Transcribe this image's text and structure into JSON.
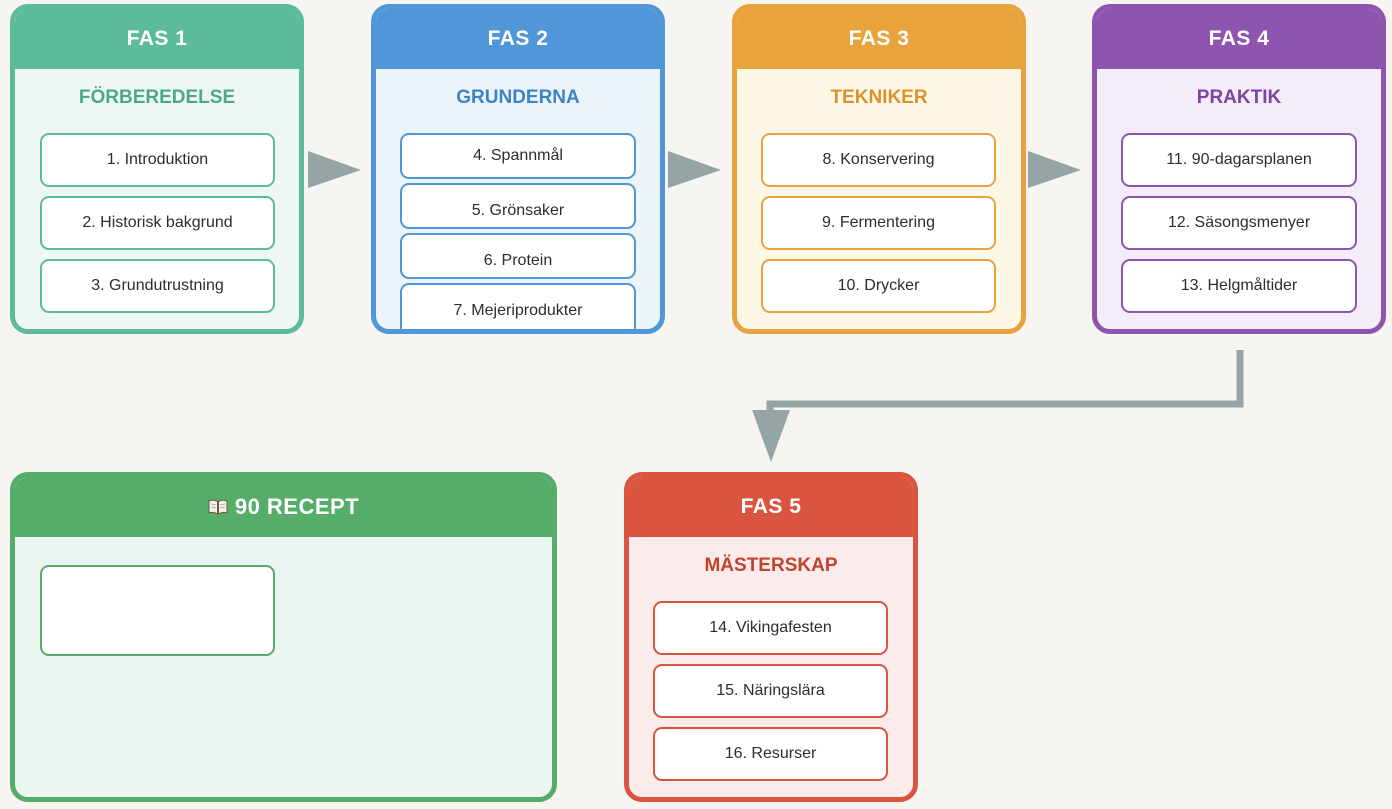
{
  "phases": [
    {
      "label": "FAS 1",
      "title": "FÖRBEREDELSE",
      "color": "#5bbb9a",
      "chapters": [
        "1. Introduktion",
        "2. Historisk bakgrund",
        "3. Grundutrustning"
      ]
    },
    {
      "label": "FAS 2",
      "title": "GRUNDERNA",
      "color": "#4f97d8",
      "chapters": [
        "4. Spannmål",
        "5. Grönsaker",
        "6. Protein",
        "7. Mejeriprodukter"
      ]
    },
    {
      "label": "FAS 3",
      "title": "TEKNIKER",
      "color": "#e8a33d",
      "chapters": [
        "8. Konservering",
        "9. Fermentering",
        "10. Drycker"
      ]
    },
    {
      "label": "FAS 4",
      "title": "PRAKTIK",
      "color": "#8e55b0",
      "chapters": [
        "11. 90-dagarsplanen",
        "12. Säsongsmenyer",
        "13. Helgmåltider"
      ]
    },
    {
      "label": "FAS 5",
      "title": "MÄSTERSKAP",
      "color": "#d9553f",
      "chapters": [
        "14. Vikingafesten",
        "15. Näringslära",
        "16. Resurser"
      ]
    }
  ],
  "recipes": {
    "icon": "open-book-icon",
    "label": "90 RECEPT",
    "color": "#55ad69"
  },
  "arrow_color": "#95a5a6"
}
